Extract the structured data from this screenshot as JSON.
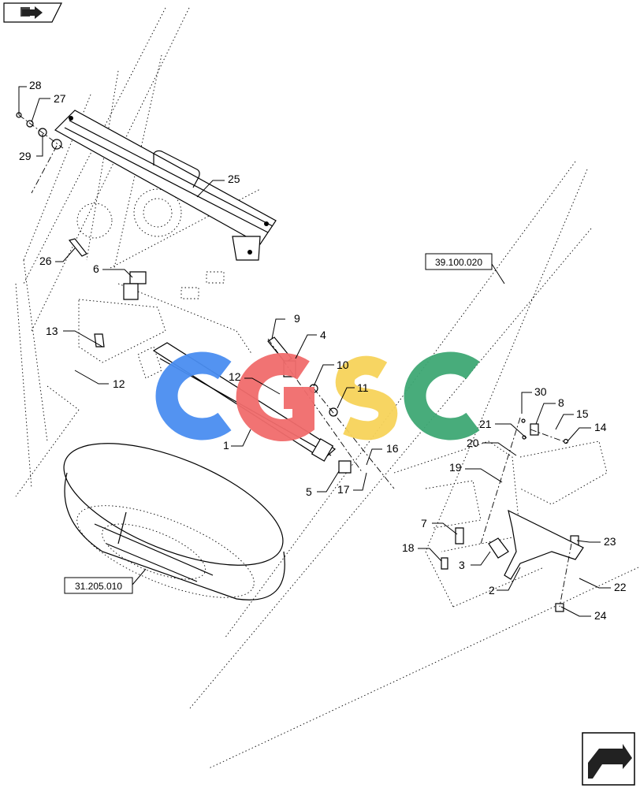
{
  "nav": {
    "prev_icon": "folder-arrow-icon",
    "next_icon": "arrow-next-page-icon"
  },
  "references": {
    "ref_1": "39.100.020",
    "ref_2": "31.205.010"
  },
  "watermark": {
    "letters": [
      "C",
      "G",
      "S",
      "C"
    ],
    "colors": [
      "#4a8df0",
      "#f06b6b",
      "#f7d35a",
      "#3ea874"
    ]
  },
  "callouts": {
    "c28": "28",
    "c27": "27",
    "c29": "29",
    "c25": "25",
    "c26": "26",
    "c6": "6",
    "c9": "9",
    "c4": "4",
    "c10": "10",
    "c11": "11",
    "c13": "13",
    "c12a": "12",
    "c12b": "12",
    "c1": "1",
    "c5": "5",
    "c17": "17",
    "c16": "16",
    "c30": "30",
    "c8": "8",
    "c15": "15",
    "c14": "14",
    "c21": "21",
    "c20": "20",
    "c19": "19",
    "c7": "7",
    "c18": "18",
    "c3": "3",
    "c2": "2",
    "c23": "23",
    "c22": "22",
    "c24": "24"
  }
}
